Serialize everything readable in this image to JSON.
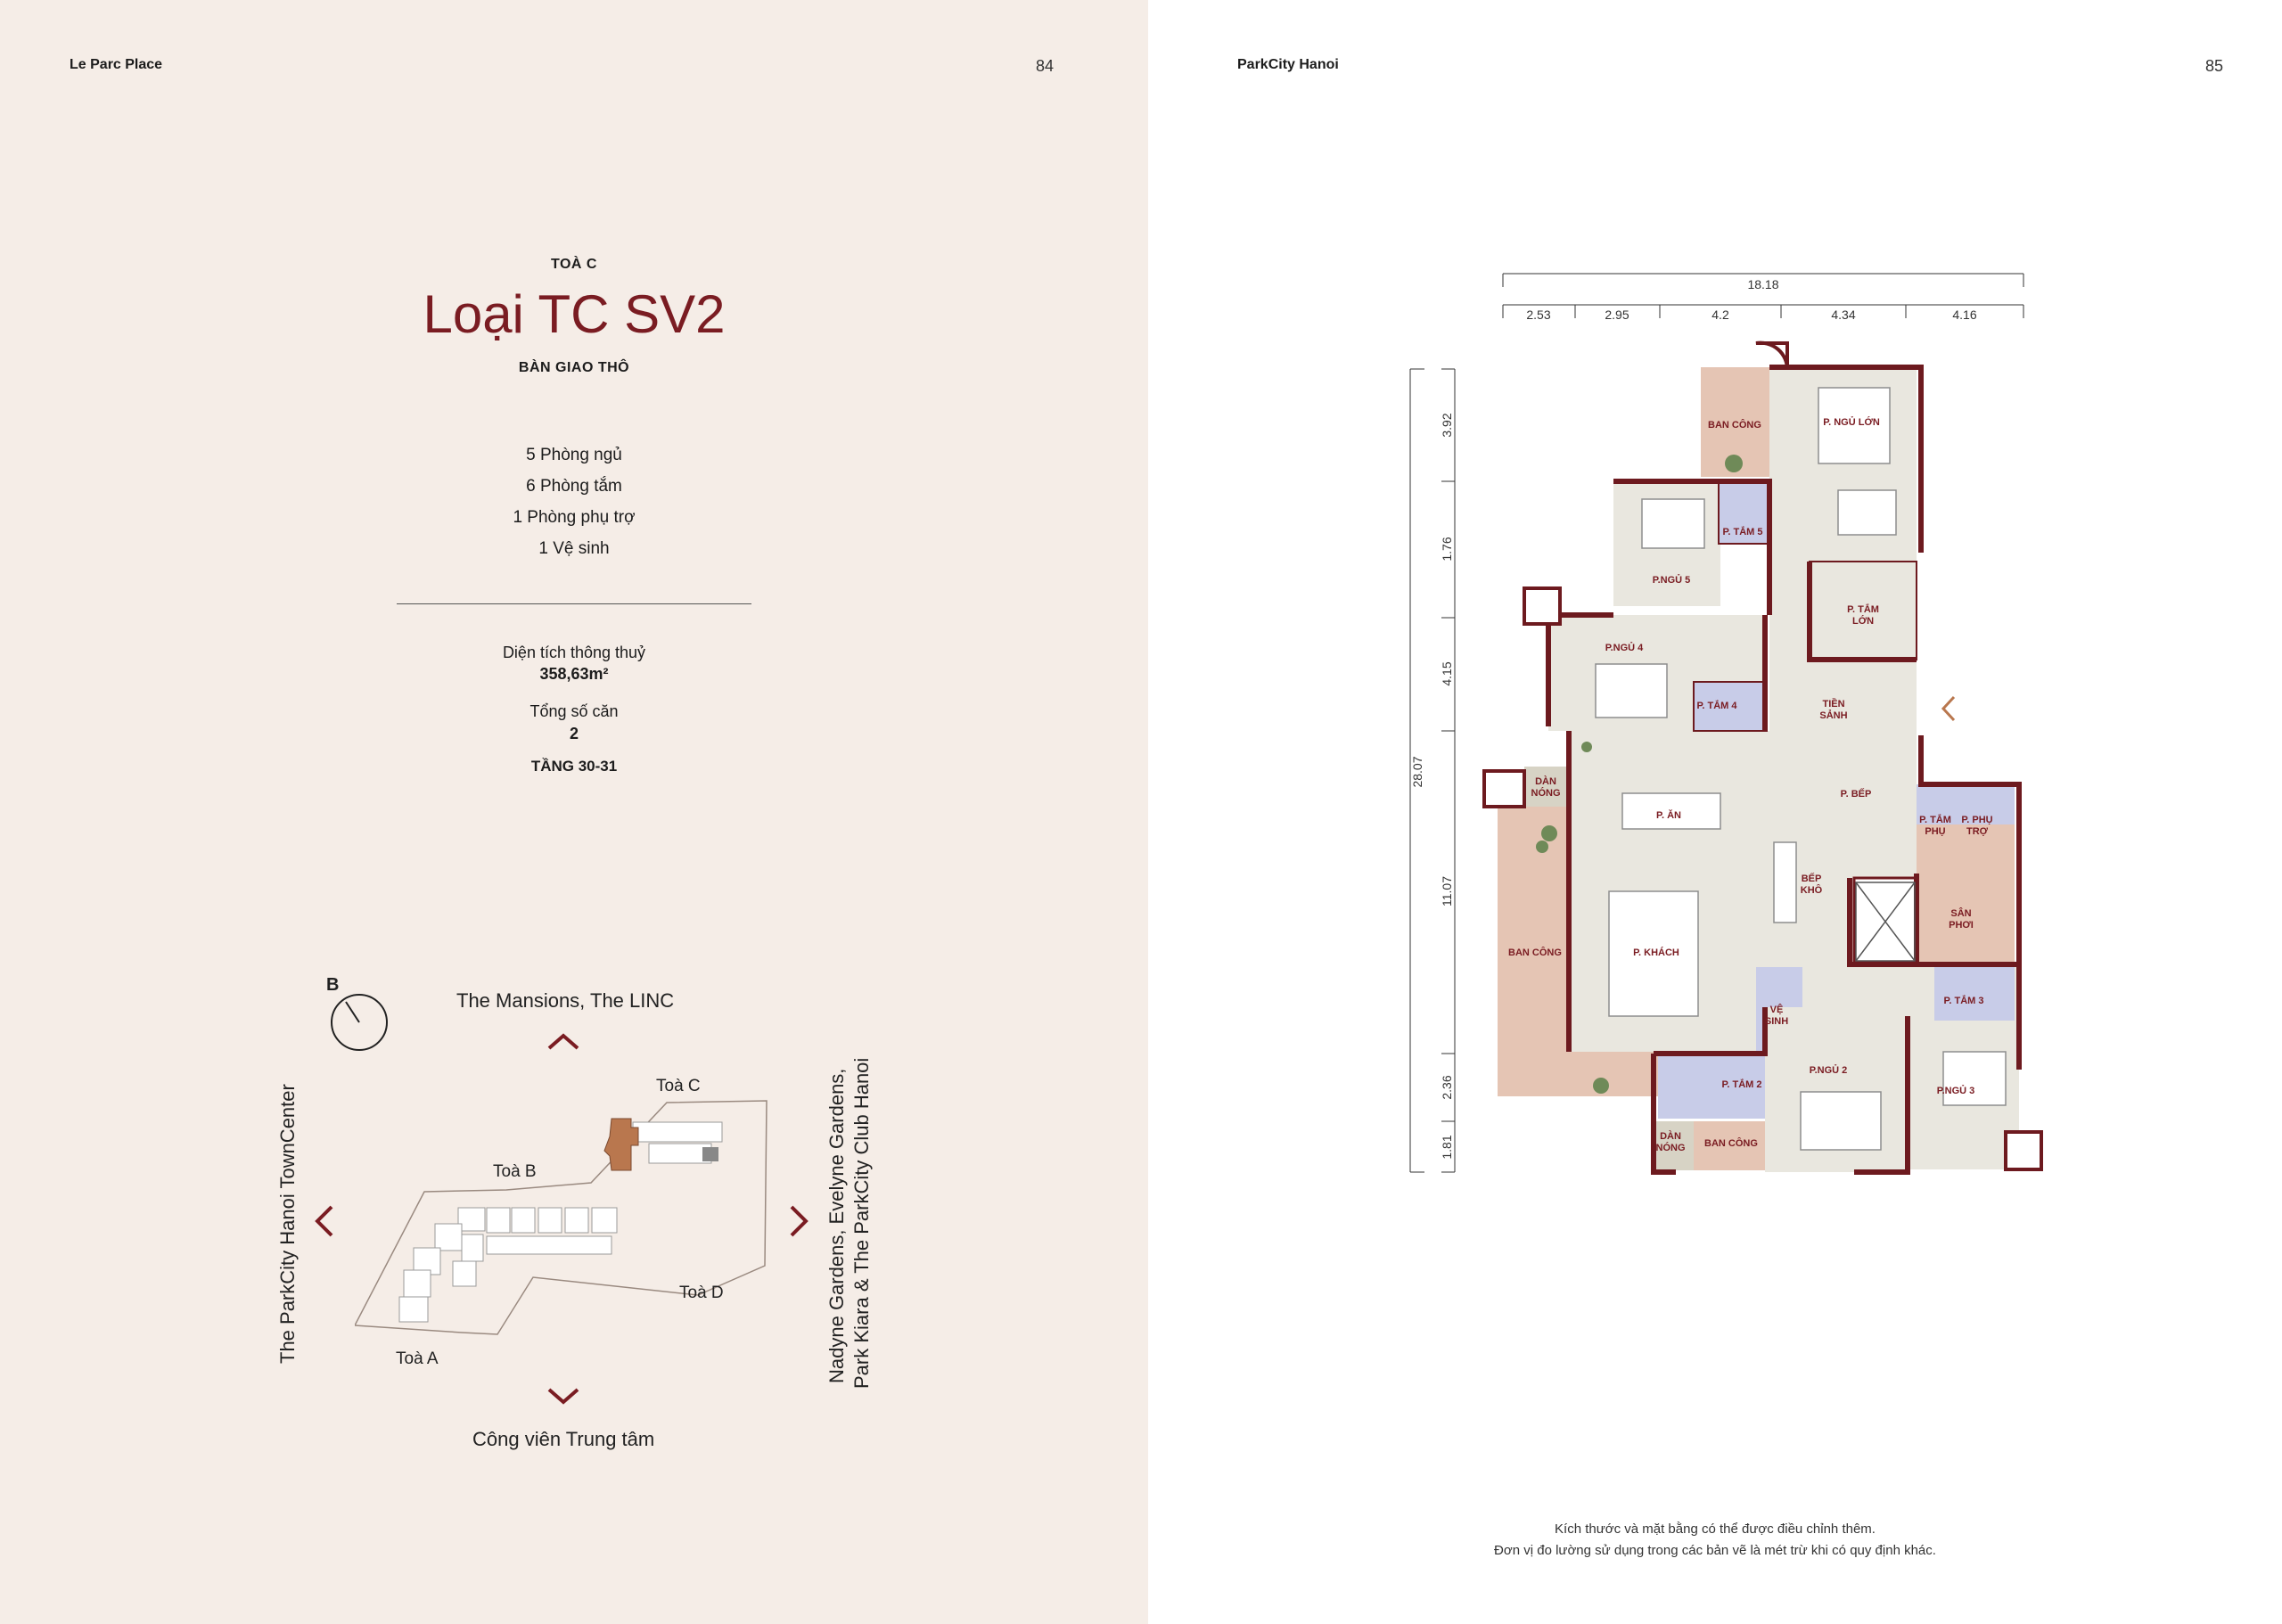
{
  "left": {
    "header": "Le Parc Place",
    "page_number": "84",
    "building": "TOÀ C",
    "title": "Loại TC SV2",
    "handover": "BÀN GIAO THÔ",
    "rooms": [
      "5 Phòng ngủ",
      "6 Phòng tắm",
      "1 Phòng phụ trợ",
      "1 Vệ sinh"
    ],
    "area_label": "Diện tích thông thuỷ",
    "area_value": "358,63m²",
    "units_label": "Tổng số căn",
    "units_value": "2",
    "floors": "TẦNG 30-31",
    "map": {
      "north": "B",
      "top": "The Mansions, The LINC",
      "bottom": "Công viên Trung tâm",
      "left": "The ParkCity Hanoi TownCenter",
      "right_line1": "Nadyne Gardens, Evelyne Gardens,",
      "right_line2": "Park Kiara & The ParkCity Club Hanoi",
      "toa_a": "Toà A",
      "toa_b": "Toà B",
      "toa_c": "Toà C",
      "toa_d": "Toà D"
    }
  },
  "right": {
    "header": "ParkCity Hanoi",
    "page_number": "85",
    "dims_total": "18.18",
    "dims_top": [
      "2.53",
      "2.95",
      "4.2",
      "4.34",
      "4.16"
    ],
    "dims_total_v": "28.07",
    "dims_left": [
      "3.92",
      "1.76",
      "4.15",
      "11.07",
      "2.36",
      "1.81"
    ],
    "rooms": {
      "ban_cong_top": "BAN CÔNG",
      "p_ngu_lon": "P. NGỦ LỚN",
      "p_tam_5": "P. TẮM 5",
      "p_ngu_5": "P.NGỦ 5",
      "p_tam_lon_1": "P. TẮM",
      "p_tam_lon_2": "LỚN",
      "p_ngu_4": "P.NGỦ 4",
      "p_tam_4": "P. TẮM 4",
      "tien_sanh_1": "TIỀN",
      "tien_sanh_2": "SẢNH",
      "dan_nong_1": "DÀN",
      "dan_nong_2": "NÓNG",
      "p_an": "P. ĂN",
      "p_bep": "P. BẾP",
      "p_tam_phu_1": "P. TẮM",
      "p_tam_phu_2": "PHỤ",
      "p_phu_tro_1": "P. PHỤ",
      "p_phu_tro_2": "TRỢ",
      "bep_kho_1": "BẾP",
      "bep_kho_2": "KHÔ",
      "san_phoi_1": "SÂN",
      "san_phoi_2": "PHƠI",
      "ban_cong_left": "BAN CÔNG",
      "p_khach": "P. KHÁCH",
      "ve_sinh_1": "VỆ",
      "ve_sinh_2": "SINH",
      "p_tam_3": "P. TẮM 3",
      "p_tam_2": "P. TẮM 2",
      "p_ngu_2": "P.NGỦ 2",
      "p_ngu_3": "P.NGỦ 3",
      "dan_nong_b1": "DÀN",
      "dan_nong_b2": "NÓNG",
      "ban_cong_bottom": "BAN CÔNG"
    },
    "note_line1": "Kích thước và mặt bằng có thể được điều chỉnh thêm.",
    "note_line2": "Đơn vị đo lường sử dụng trong các bản vẽ là mét trừ khi có quy định khác."
  }
}
